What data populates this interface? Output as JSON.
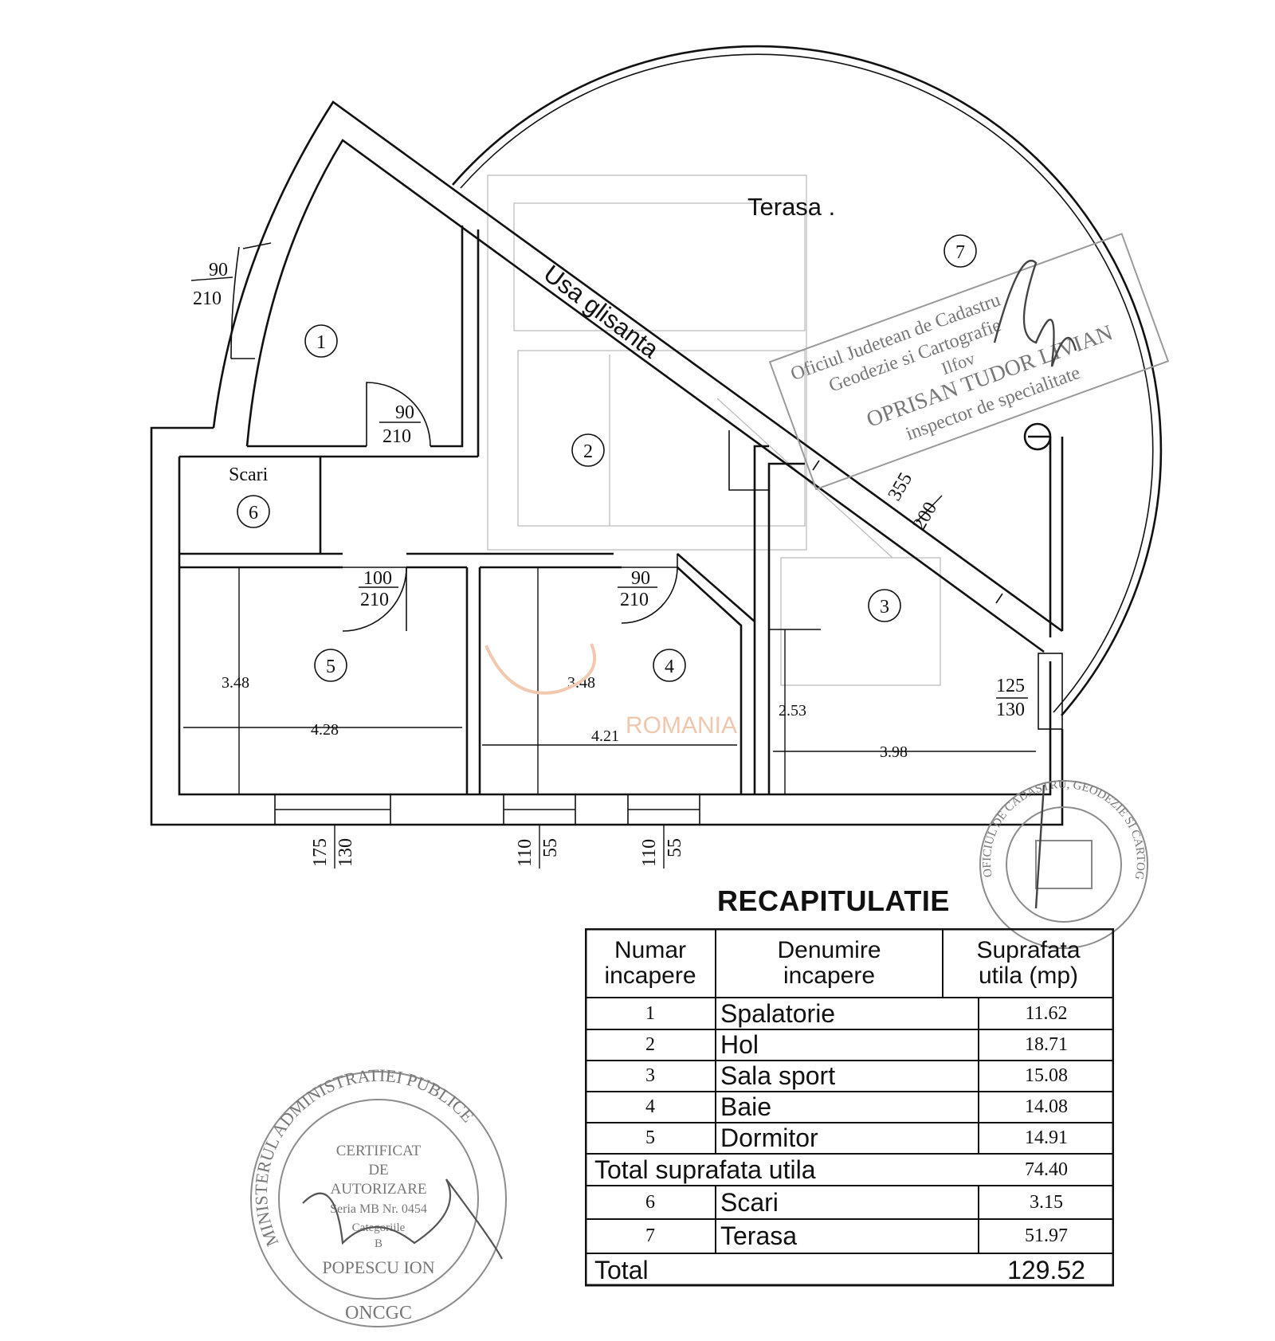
{
  "plan": {
    "terrace_label": "Terasa .",
    "sliding_door_label": "Usa glisanta",
    "stairs_label": "Scari",
    "room_numbers": [
      "1",
      "2",
      "3",
      "4",
      "5",
      "6",
      "7"
    ],
    "openings": {
      "window_room1": [
        "90",
        "210"
      ],
      "door_room1": [
        "90",
        "210"
      ],
      "door_room5": [
        "100",
        "210"
      ],
      "door_room4": [
        "90",
        "210"
      ],
      "sliding_door": [
        "355",
        "200"
      ],
      "window_room3": [
        "125",
        "130"
      ],
      "window_room5_bottom": [
        "175",
        "130"
      ],
      "window_room4_bottom_left": [
        "110",
        "55"
      ],
      "window_room4_bottom_right": [
        "110",
        "55"
      ]
    },
    "dimensions": {
      "room5_height": "3.48",
      "room5_width": "4.28",
      "room4_height": "3.48",
      "room4_width": "4.21",
      "room3_height": "2.53",
      "room3_width": "3.98"
    },
    "watermark": "ROMANIA",
    "stamp_top_text": [
      "Oficiul Judetean de Cadastru",
      "Geodezie si Cartografie",
      "Ilfov",
      "OPRISAN TUDOR LIVIAN",
      "inspector de specialitate"
    ],
    "stamp_round_right": "OFICIUL DE CADASTRU, GEODEZIE SI CARTOGRAFIE",
    "stamp_left": {
      "ring": "MINISTERUL ADMINISTRATIEI PUBLICE",
      "bottom": "ONCGC",
      "lines": [
        "CERTIFICAT",
        "DE",
        "AUTORIZARE",
        "Seria MB Nr. 0454",
        "Categoriile",
        "B",
        "POPESCU ION"
      ]
    }
  },
  "recap": {
    "title": "RECAPITULATIE",
    "headers": [
      [
        "Numar",
        "incapere"
      ],
      [
        "Denumire",
        "incapere"
      ],
      [
        "Suprafata",
        "utila (mp)"
      ]
    ],
    "rows": [
      {
        "num": "1",
        "name": "Spalatorie",
        "area": "11.62"
      },
      {
        "num": "2",
        "name": "Hol",
        "area": "18.71"
      },
      {
        "num": "3",
        "name": "Sala sport",
        "area": "15.08"
      },
      {
        "num": "4",
        "name": "Baie",
        "area": "14.08"
      },
      {
        "num": "5",
        "name": "Dormitor",
        "area": "14.91"
      }
    ],
    "subtotal": {
      "label": "Total suprafata utila",
      "area": "74.40"
    },
    "extra_rows": [
      {
        "num": "6",
        "name": "Scari",
        "area": "3.15"
      },
      {
        "num": "7",
        "name": "Terasa",
        "area": "51.97"
      }
    ],
    "total": {
      "label": "Total",
      "area": "129.52"
    }
  }
}
